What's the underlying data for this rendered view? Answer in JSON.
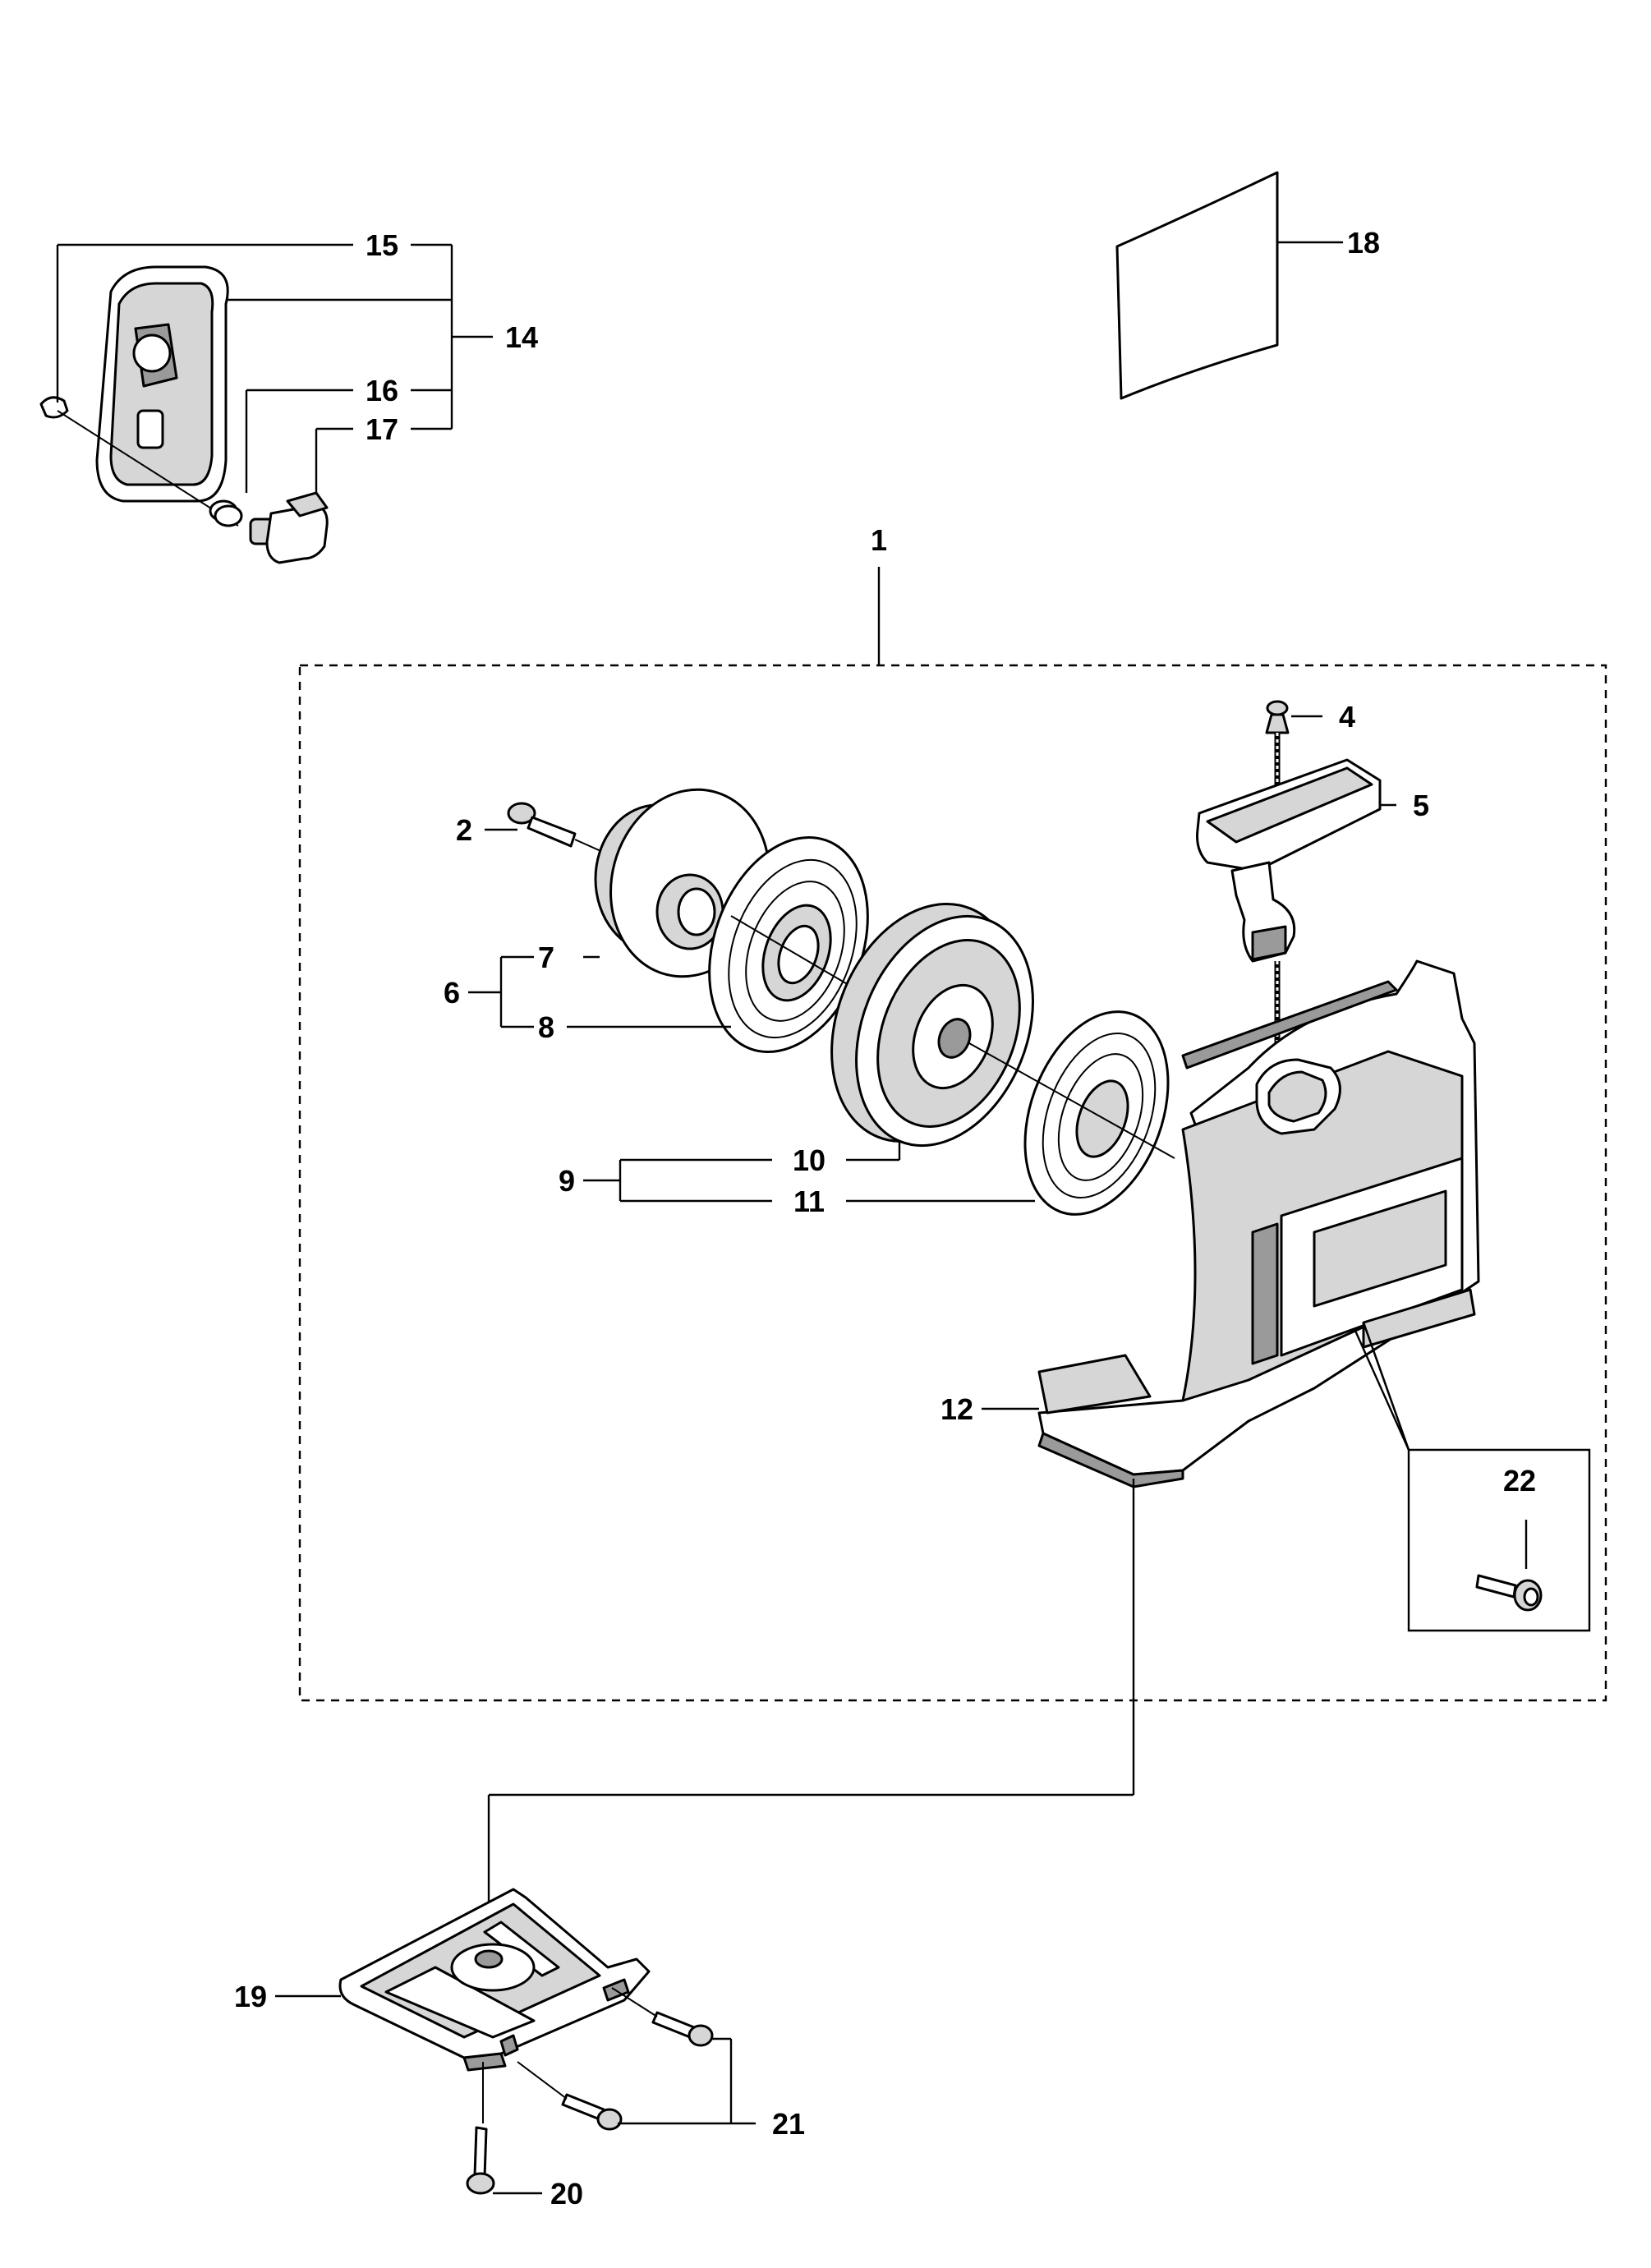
{
  "diagram": {
    "type": "exploded-parts-diagram",
    "background": "#ffffff",
    "line_color": "#000000",
    "callouts": {
      "c1": "1",
      "c2": "2",
      "c4": "4",
      "c5": "5",
      "c6": "6",
      "c7": "7",
      "c8": "8",
      "c9": "9",
      "c10": "10",
      "c11": "11",
      "c12": "12",
      "c14": "14",
      "c15": "15",
      "c16": "16",
      "c17": "17",
      "c18": "18",
      "c19": "19",
      "c20": "20",
      "c21": "21",
      "c22": "22"
    },
    "parts": [
      {
        "id": "starter-cover",
        "icon": "starter-housing-icon"
      },
      {
        "id": "handle",
        "icon": "starter-handle-icon"
      },
      {
        "id": "pulley",
        "icon": "pulley-icon"
      },
      {
        "id": "spring",
        "icon": "recoil-spring-icon"
      },
      {
        "id": "plate",
        "icon": "mounting-plate-icon"
      },
      {
        "id": "decal",
        "icon": "decal-icon"
      }
    ]
  }
}
